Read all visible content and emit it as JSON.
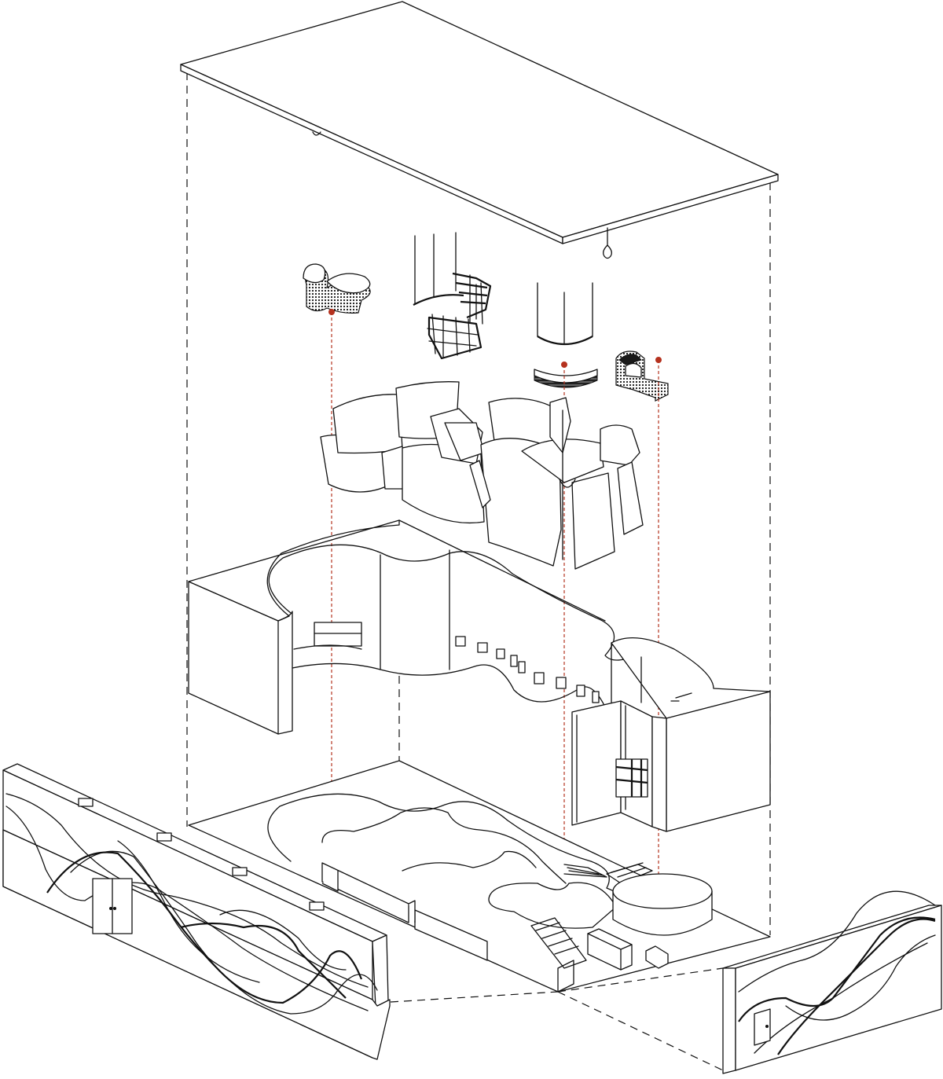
{
  "diagram": {
    "type": "exploded-axonometric",
    "colors": {
      "line": "#111111",
      "accent": "#b5321f",
      "background": "#ffffff"
    },
    "layers": [
      "ceiling-slab",
      "suspended-objects",
      "sculptural-canopy",
      "inner-walls",
      "floor-plan",
      "side-elevations"
    ],
    "connectors": 4
  }
}
